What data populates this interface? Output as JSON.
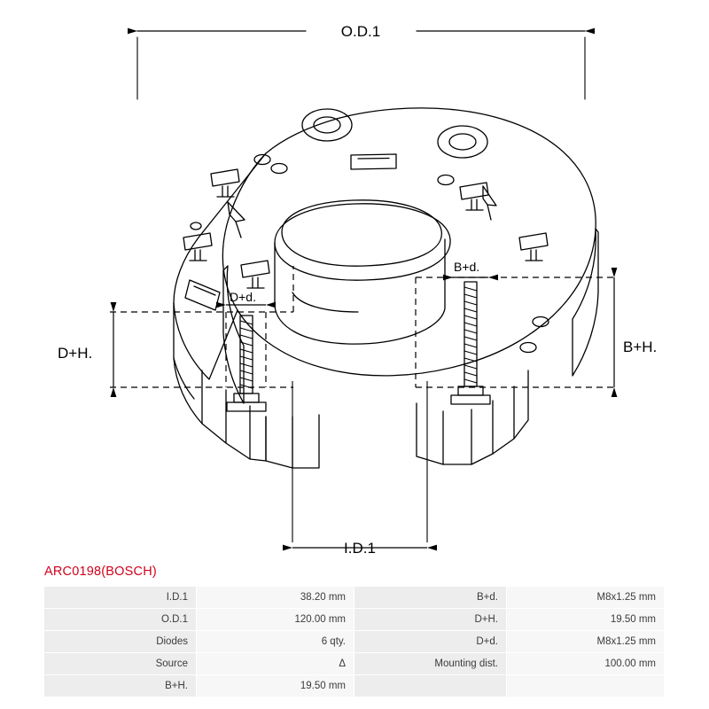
{
  "title": "ARC0198(BOSCH)",
  "diagram": {
    "labels": {
      "od": "O.D.1",
      "id": "I.D.1",
      "dplus_h": "D+H.",
      "dplus_d": "D+d.",
      "bplus_h": "B+H.",
      "bplus_d": "B+d."
    }
  },
  "specs": {
    "left": [
      {
        "key": "I.D.1",
        "value": "38.20 mm"
      },
      {
        "key": "O.D.1",
        "value": "120.00 mm"
      },
      {
        "key": "Diodes",
        "value": "6 qty."
      },
      {
        "key": "Source",
        "value": "Δ"
      },
      {
        "key": "B+H.",
        "value": "19.50 mm"
      }
    ],
    "right": [
      {
        "key": "B+d.",
        "value": "M8x1.25 mm"
      },
      {
        "key": "D+H.",
        "value": "19.50 mm"
      },
      {
        "key": "D+d.",
        "value": "M8x1.25 mm"
      },
      {
        "key": "Mounting dist.",
        "value": "100.00 mm"
      },
      {
        "key": "",
        "value": ""
      }
    ]
  },
  "colors": {
    "title": "#d0021b",
    "line": "#000000",
    "key_bg": "#ededed",
    "value_bg": "#f7f7f7"
  }
}
